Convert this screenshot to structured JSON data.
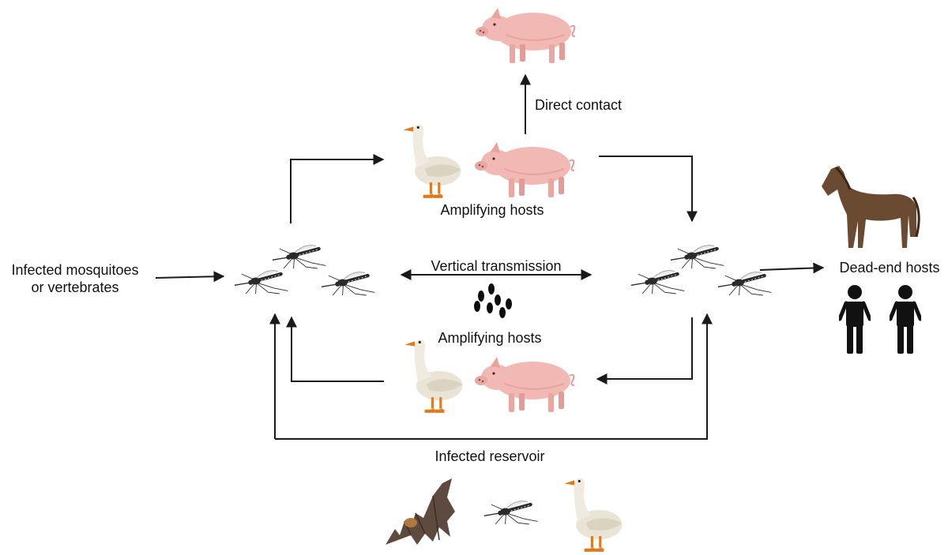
{
  "labels": {
    "direct_contact": "Direct contact",
    "amplifying_hosts_top": "Amplifying hosts",
    "amplifying_hosts_bottom": "Amplifying hosts",
    "infected_mosquitoes_line1": "Infected mosquitoes",
    "infected_mosquitoes_line2": "or vertebrates",
    "vertical_transmission": "Vertical transmission",
    "dead_end_hosts": "Dead-end hosts",
    "infected_reservoir": "Infected reservoir"
  },
  "icons": [
    "pig-icon",
    "goose-icon",
    "mosquito-icon",
    "egg-cluster-icon",
    "horse-icon",
    "human-icon",
    "bat-icon"
  ],
  "colors": {
    "arrow": "#1a1a1a",
    "pig": "#f2b9b4",
    "goose": "#e9e4d6",
    "goose_feet": "#e07a1f",
    "mosquito": "#2a2a2a",
    "horse": "#6b4a32",
    "human": "#111111",
    "bat": "#5e4a3e"
  }
}
